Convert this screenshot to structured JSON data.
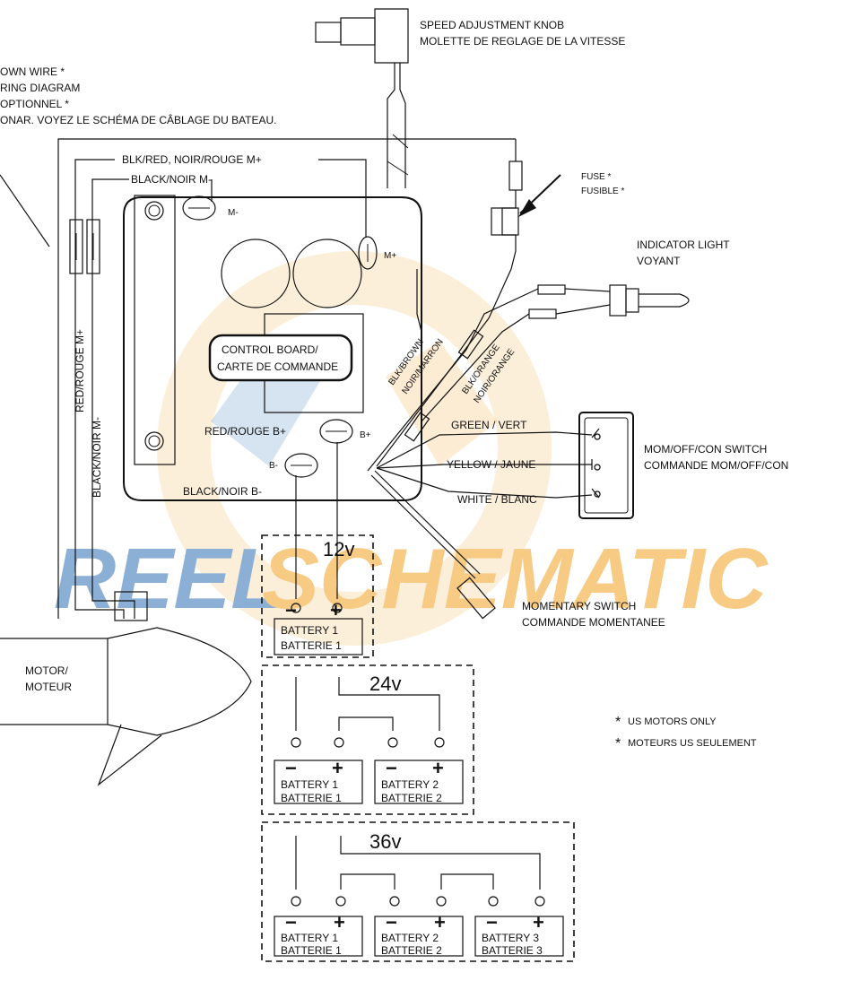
{
  "watermark": {
    "word_left": "REEL",
    "word_right": "SCHEMATIC",
    "color_left": "#2f6fb2",
    "color_right": "#f0a020"
  },
  "labels": {
    "speed_knob": [
      "SPEED ADJUSTMENT  KNOB",
      "MOLETTE DE REGLAGE DE LA VITESSE"
    ],
    "sonar_note": [
      "OWN WIRE *",
      "RING DIAGRAM",
      "OPTIONNEL *",
      "ONAR. VOYEZ LE SCHÉMA DE CÂBLAGE DU BATEAU."
    ],
    "blk_red": "BLK/RED, NOIR/ROUGE M+",
    "black_m": "BLACK/NOIR M-",
    "fuse": [
      "FUSE *",
      "FUSIBLE *"
    ],
    "indicator": [
      "INDICATOR LIGHT",
      "VOYANT"
    ],
    "control_board": [
      "CONTROL BOARD/",
      "CARTE DE COMMANDE"
    ],
    "m_minus": "M-",
    "m_plus": "M+",
    "b_plus": "B+",
    "b_minus": "B-",
    "red_rouge_mplus": "RED/ROUGE M+",
    "black_noir_mminus": "BLACK/NOIR M-",
    "red_rouge_bplus": "RED/ROUGE B+",
    "black_noir_bminus": "BLACK/NOIR B-",
    "blk_brown": [
      "BLK/BROWN",
      "NOIR/MARRON"
    ],
    "blk_orange": [
      "BLK/ORANGE",
      "NOIR/ORANGE"
    ],
    "green": "GREEN / VERT",
    "yellow": "YELLOW / JAUNE",
    "white": "WHITE / BLANC",
    "switch": [
      "MOM/OFF/CON SWITCH",
      "COMMANDE MOM/OFF/CON"
    ],
    "momentary": [
      "MOMENTARY SWITCH",
      "COMMANDE MOMENTANEE"
    ],
    "motor": [
      "MOTOR/",
      "MOTEUR"
    ],
    "us_only": [
      "US MOTORS ONLY",
      "MOTEURS US SEULEMENT"
    ],
    "asterisk": "*",
    "minus": "−",
    "plus": "+"
  },
  "voltages": [
    "12v",
    "24v",
    "36v"
  ],
  "batteries": {
    "b1": [
      "BATTERY 1",
      "BATTERIE 1"
    ],
    "b2": [
      "BATTERY 2",
      "BATTERIE 2"
    ],
    "b3": [
      "BATTERY 3",
      "BATTERIE 3"
    ]
  }
}
